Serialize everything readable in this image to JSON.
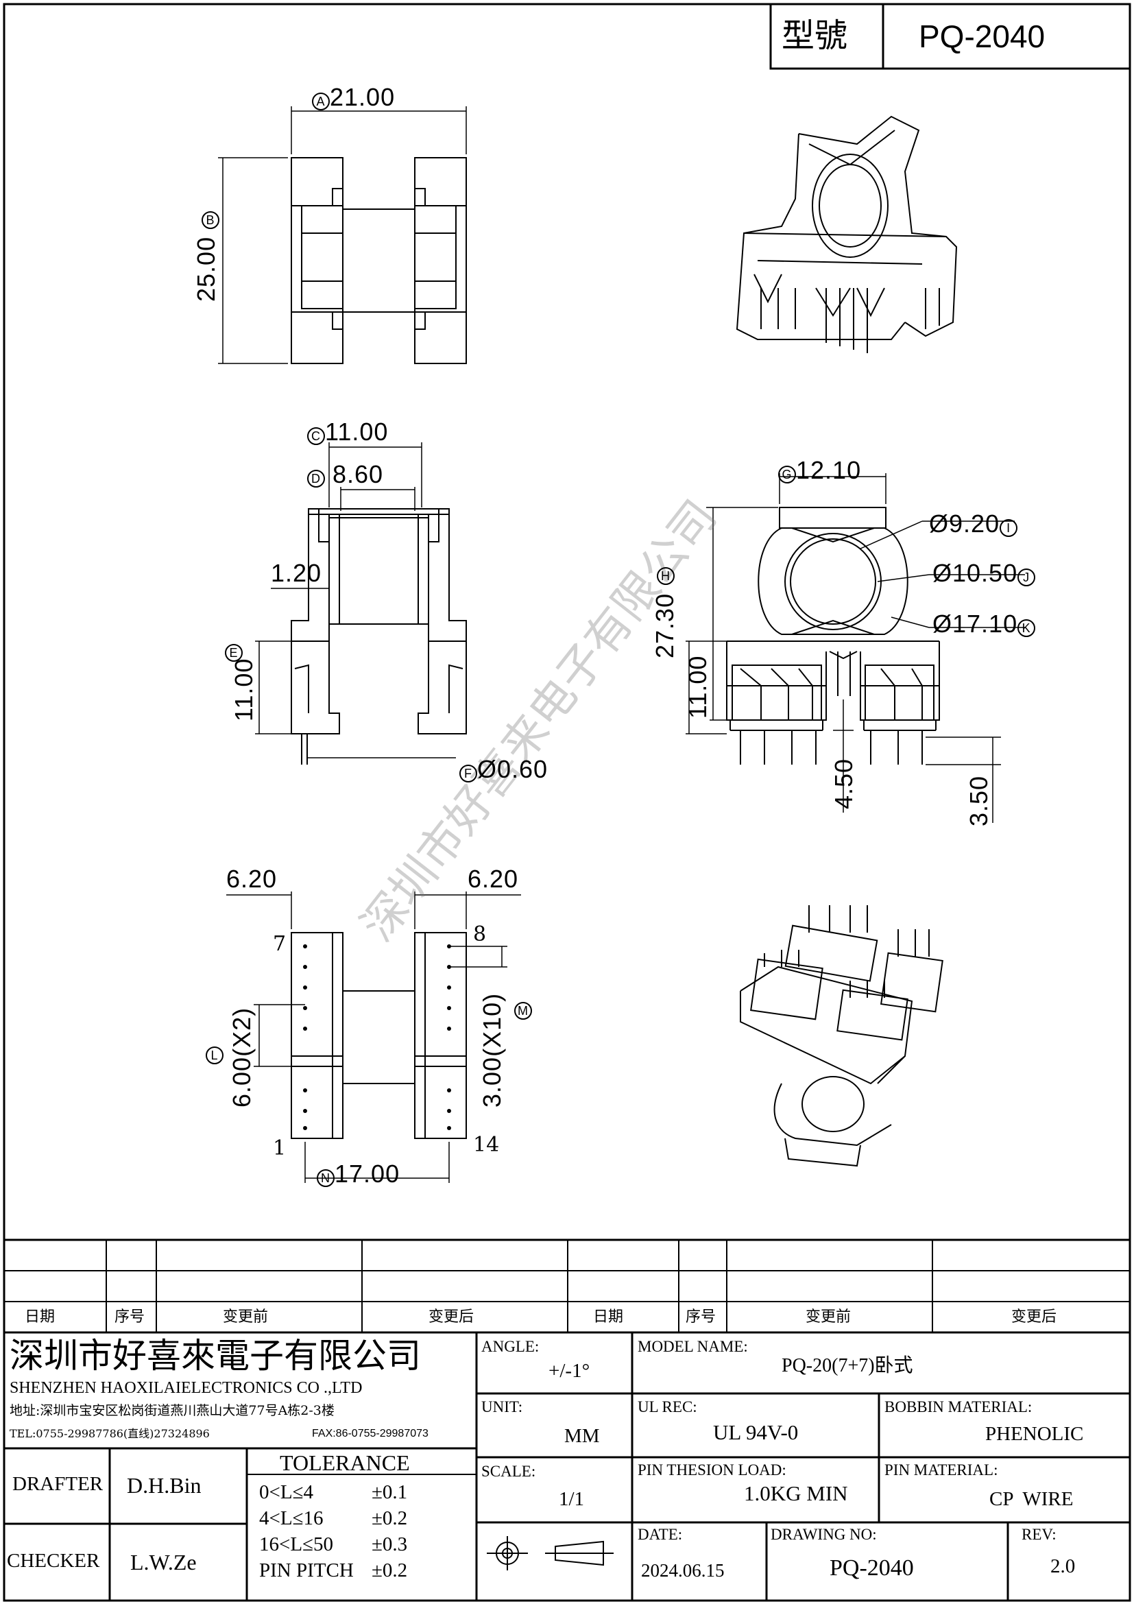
{
  "title_block": {
    "type_label": "型號",
    "type_value": "PQ-2040"
  },
  "dims": {
    "A": {
      "marker": "A",
      "value": "21.00"
    },
    "B": {
      "marker": "B",
      "value": "25.00"
    },
    "C": {
      "marker": "C",
      "value": "11.00"
    },
    "D": {
      "marker": "D",
      "value": "8.60"
    },
    "side_120": "1.20",
    "E": {
      "marker": "E",
      "value": "11.00"
    },
    "F": {
      "marker": "F",
      "value": "Ø0.60"
    },
    "G": {
      "marker": "G",
      "value": "12.10"
    },
    "H": {
      "marker": "H",
      "value": "27.30"
    },
    "I": {
      "marker": "I",
      "value": "Ø9.20"
    },
    "J": {
      "marker": "J",
      "value": "Ø10.50"
    },
    "K": {
      "marker": "K",
      "value": "Ø17.10"
    },
    "front_11": "11.00",
    "front_450": "4.50",
    "front_350": "3.50",
    "bottom_left_620": "6.20",
    "bottom_right_620": "6.20",
    "L": {
      "marker": "L",
      "value": "6.00(X2)"
    },
    "M": {
      "marker": "M",
      "value": "3.00(X10)"
    },
    "N": {
      "marker": "N",
      "value": "17.00"
    },
    "pin7": "7",
    "pin8": "8",
    "pin1": "1",
    "pin14": "14"
  },
  "watermark": "深圳市好喜来电子有限公司",
  "revision_header": {
    "left": [
      "日期",
      "序号",
      "变更前",
      "变更后"
    ],
    "right": [
      "日期",
      "序号",
      "变更前",
      "变更后"
    ]
  },
  "company": {
    "name_cn": "深圳市好喜來電子有限公司",
    "name_en": "SHENZHEN HAOXILAIELECTRONICS CO .,LTD",
    "address": "地址:深圳市宝安区松岗街道燕川燕山大道77号A栋2-3楼",
    "tel": "TEL:0755-29987786(直线)27324896",
    "fax": "FAX:86-0755-29987073"
  },
  "people": {
    "drafter_label": "DRAFTER",
    "drafter": "D.H.Bin",
    "checker_label": "CHECKER",
    "checker": "L.W.Ze"
  },
  "tolerance": {
    "title": "TOLERANCE",
    "rows": [
      {
        "range": "0<L≤4",
        "tol": "±0.1"
      },
      {
        "range": "4<L≤16",
        "tol": "±0.2"
      },
      {
        "range": "16<L≤50",
        "tol": "±0.3"
      },
      {
        "range": "PIN PITCH",
        "tol": "±0.2"
      }
    ]
  },
  "spec": {
    "angle_label": "ANGLE:",
    "angle": "+/-1°",
    "unit_label": "UNIT:",
    "unit": "MM",
    "scale_label": "SCALE:",
    "scale": "1/1",
    "model_label": "MODEL NAME:",
    "model": "PQ-20(7+7)卧式",
    "ul_label": "UL REC:",
    "ul": "UL 94V-0",
    "bobbin_label": "BOBBIN MATERIAL:",
    "bobbin": "PHENOLIC",
    "load_label": "PIN THESION LOAD:",
    "load": "1.0KG MIN",
    "pin_mat_label": "PIN MATERIAL:",
    "pin_mat": "CP  WIRE",
    "date_label": "DATE:",
    "date": "2024.06.15",
    "drawing_label": "DRAWING NO:",
    "drawing": "PQ-2040",
    "rev_label": "REV:",
    "rev": "2.0"
  }
}
